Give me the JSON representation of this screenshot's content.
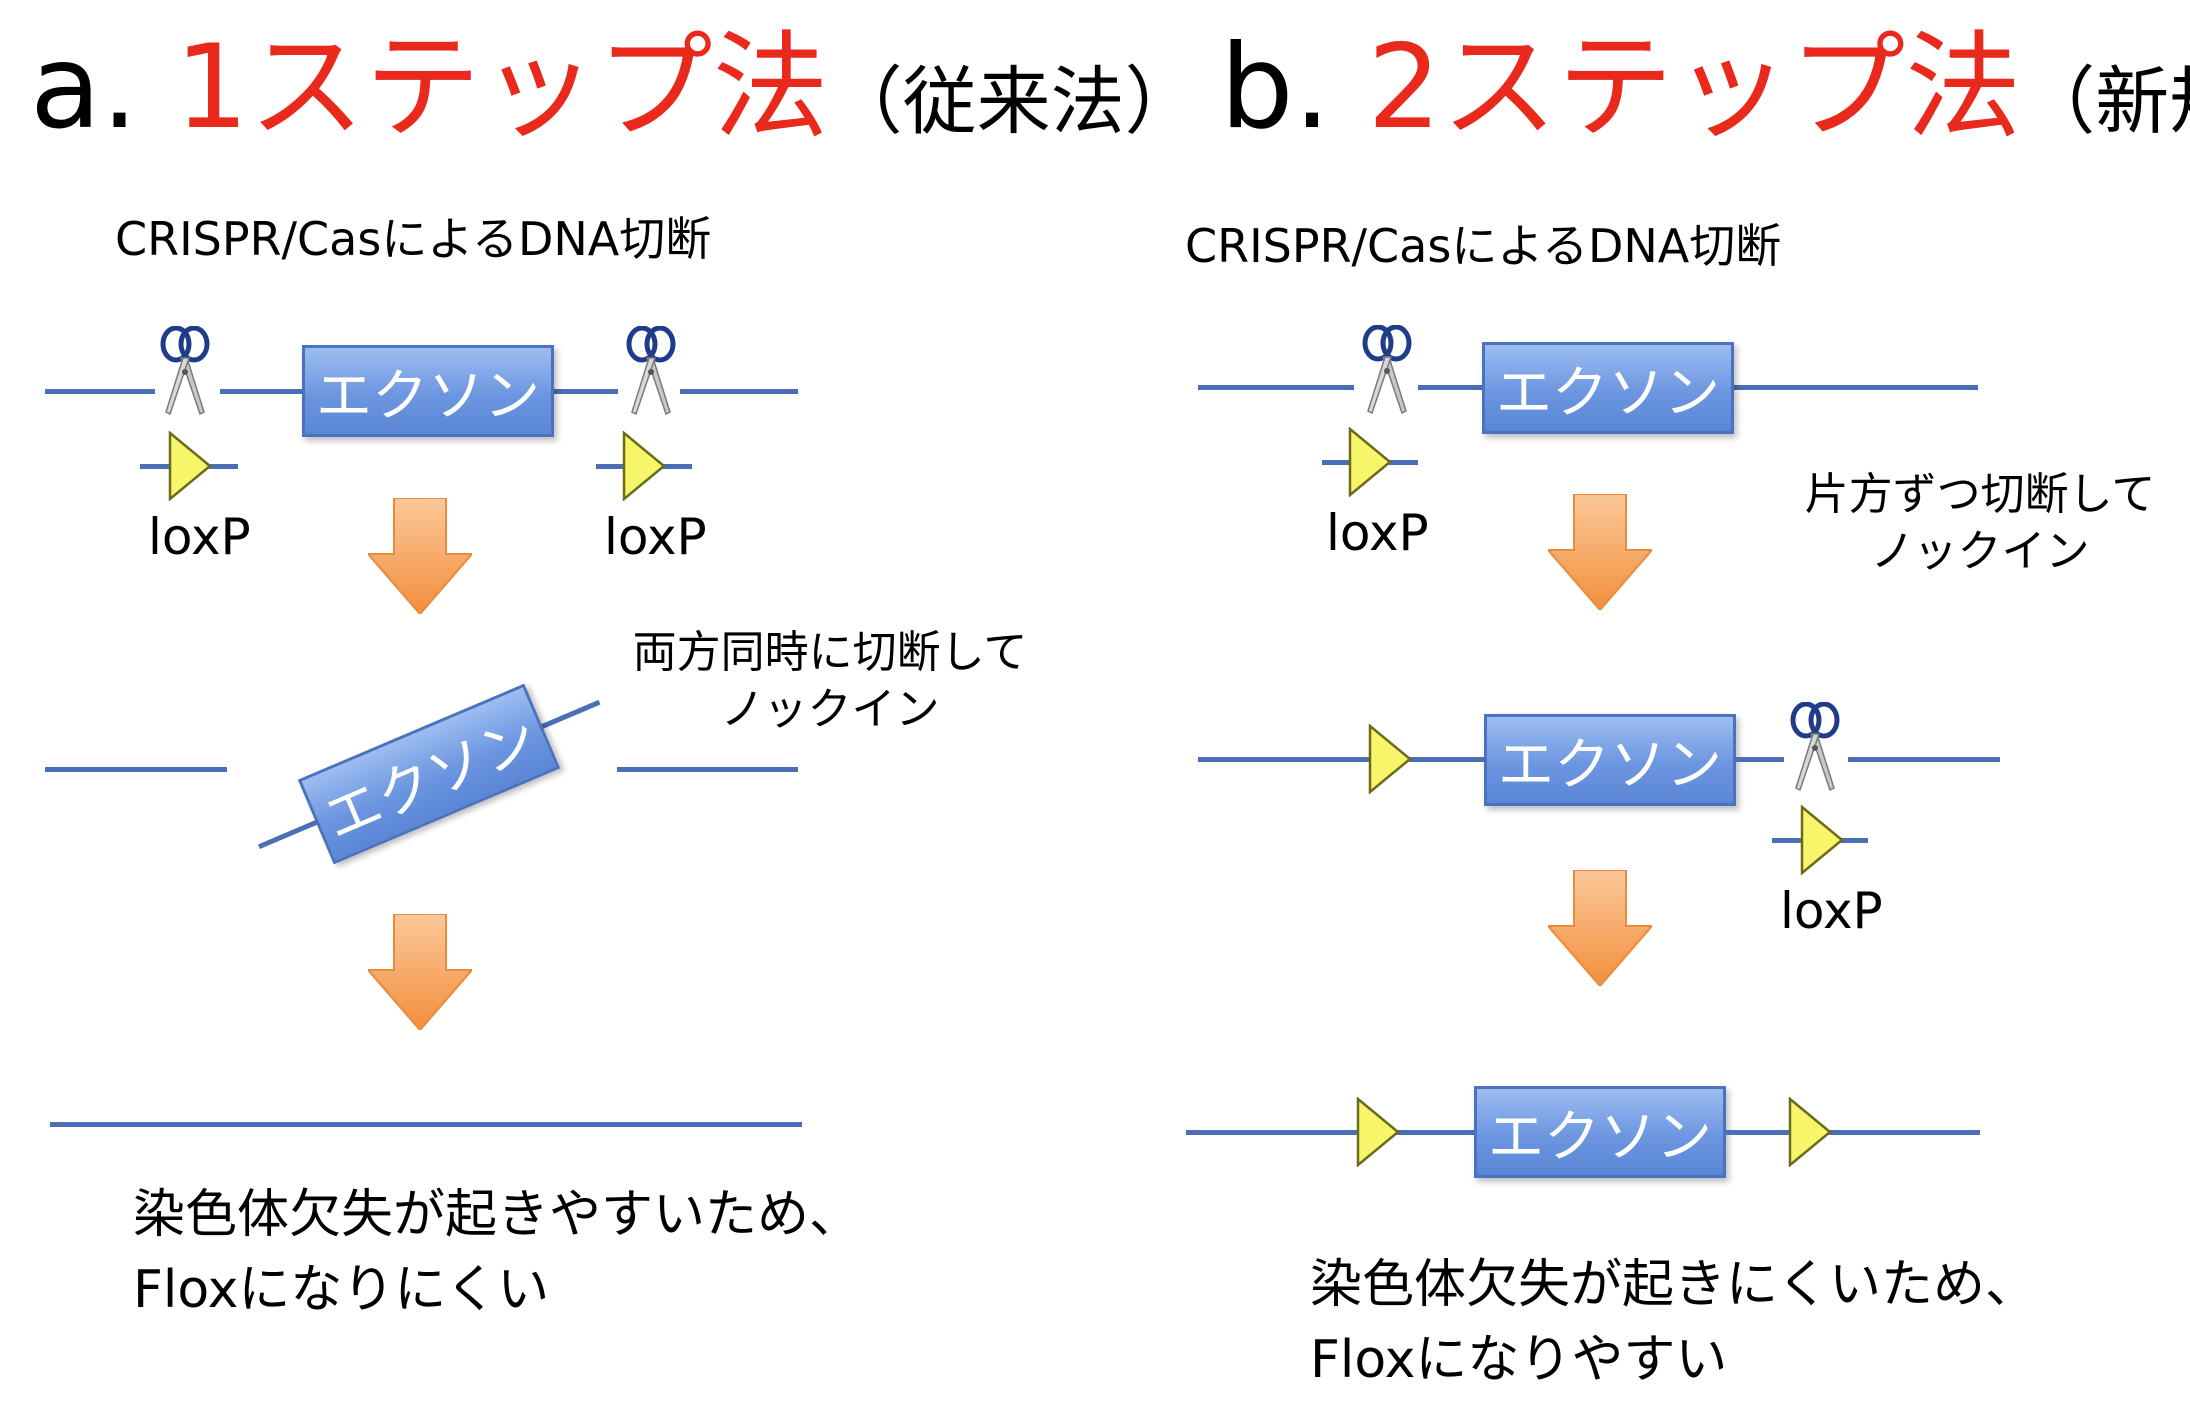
{
  "panel_a": {
    "prefix": "a.",
    "method": "1ステップ法",
    "note": "（従来法）",
    "cut_caption": "CRISPR/CasによるDNA切断",
    "exon_label": "エクソン",
    "loxp_label": "loxP",
    "side_note_line1": "両方同時に切断して",
    "side_note_line2": "ノックイン",
    "result_line1": "染色体欠失が起きやすいため、",
    "result_line2": "Floxになりにくい"
  },
  "panel_b": {
    "prefix": "b.",
    "method": "2ステップ法",
    "note": "（新規法）",
    "cut_caption": "CRISPR/CasによるDNA切断",
    "exon_label": "エクソン",
    "loxp_label": "loxP",
    "side_note_line1": "片方ずつ切断して",
    "side_note_line2": "ノックイン",
    "result_line1": "染色体欠失が起きにくいため、",
    "result_line2": "Floxになりやすい"
  },
  "colors": {
    "method_heading": "#e8291c",
    "dna_line": "#4a6fb5",
    "exon_fill": "#6c96e0",
    "arrow_fill": "#f5a35a",
    "loxp_fill": "#f7f56a",
    "scissors_handle": "#1f3b8c"
  },
  "icons": {
    "cut_site": "scissors-icon",
    "loxp_site": "triangle-icon",
    "step": "down-arrow-icon"
  }
}
